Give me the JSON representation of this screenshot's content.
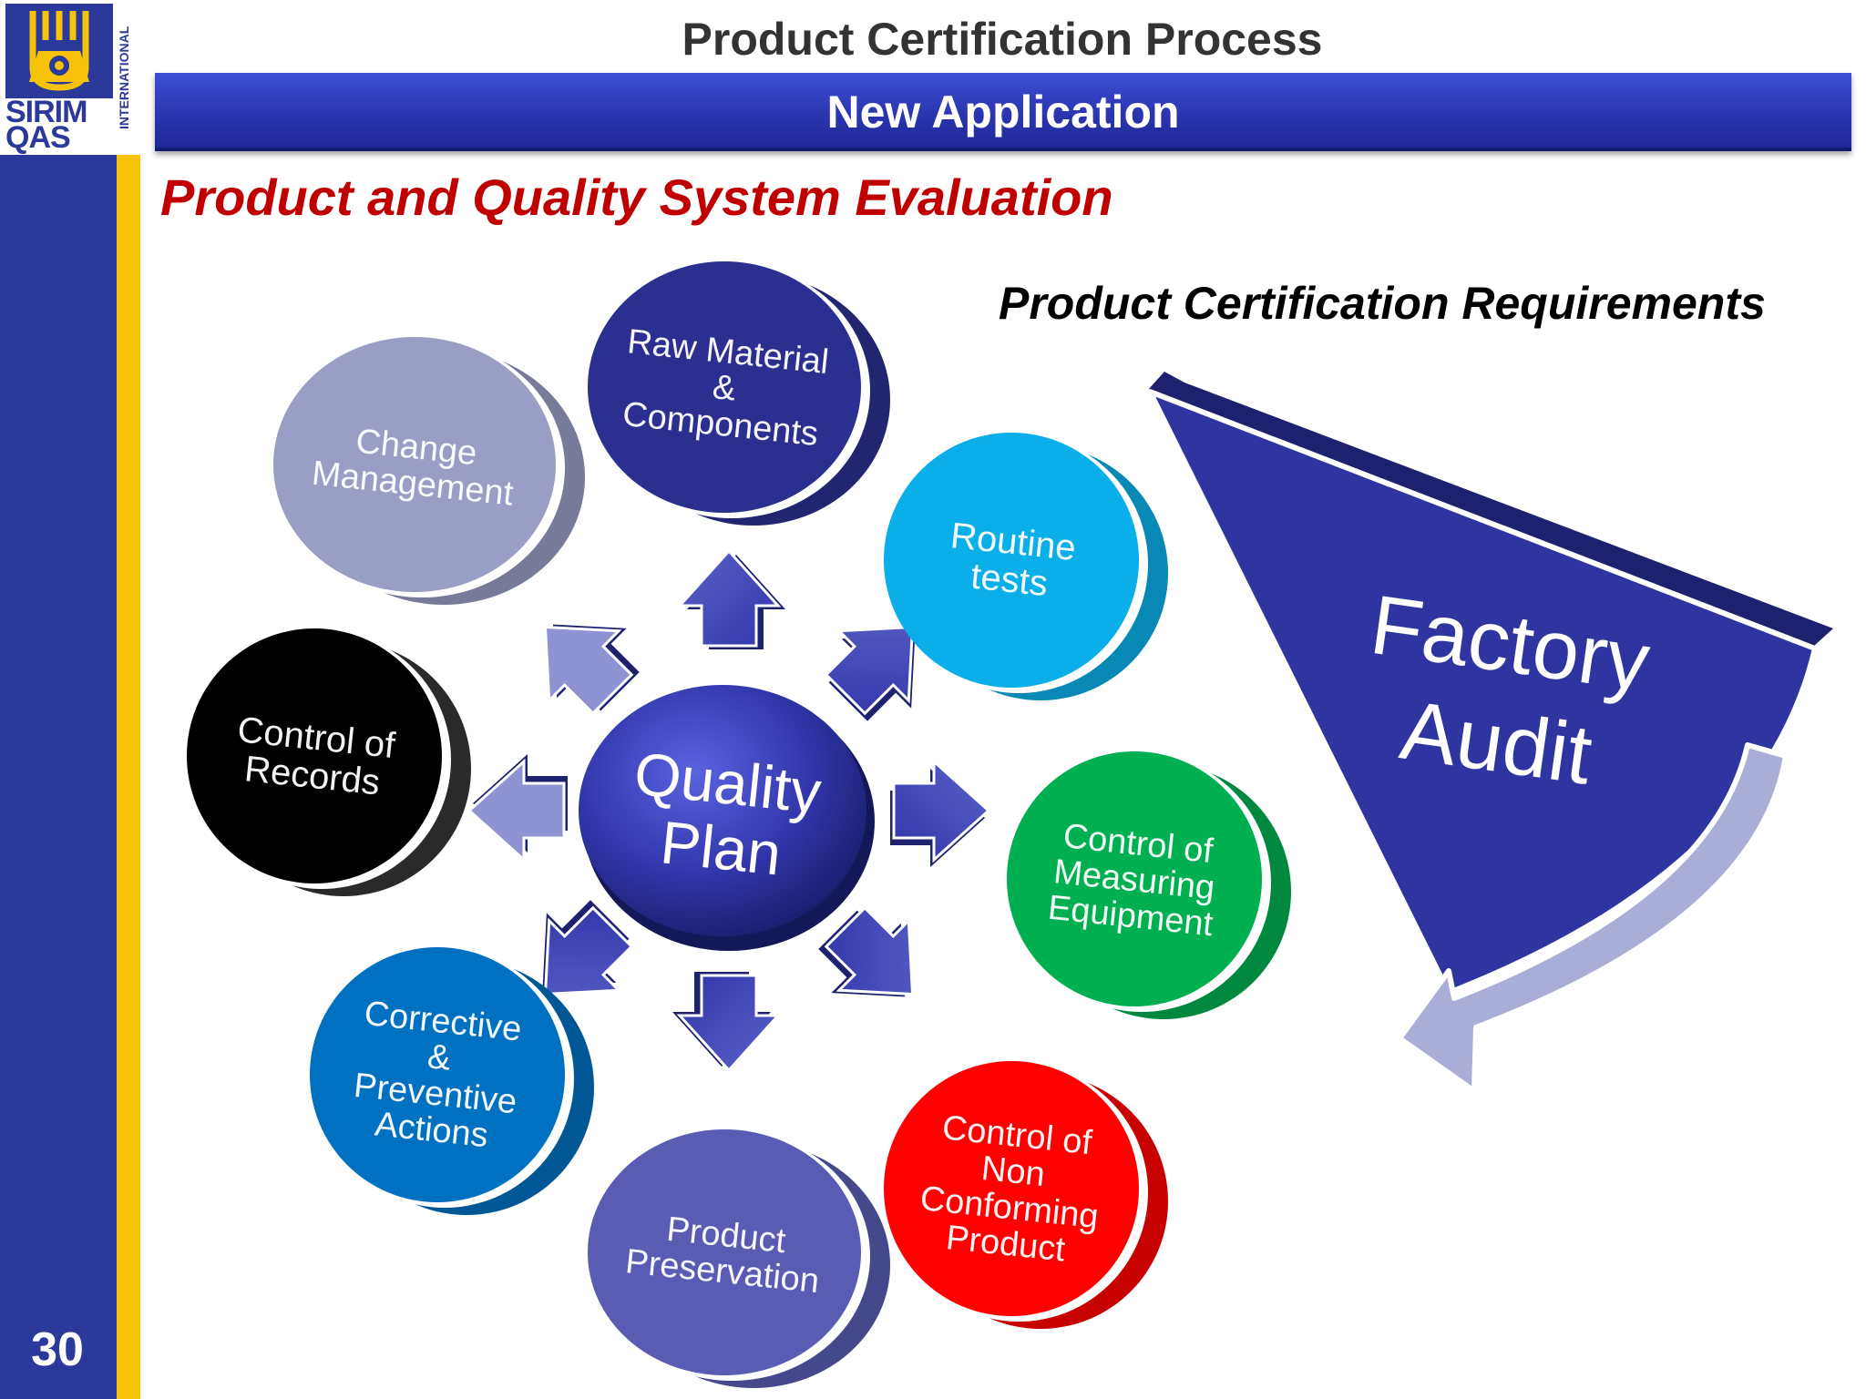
{
  "header": {
    "title": "Product Certification Process",
    "banner": "New Application",
    "subtitle": "Product and Quality System Evaluation"
  },
  "logo": {
    "line1": "SIRIM",
    "line2": "QAS",
    "side": "INTERNATIONAL"
  },
  "page_number": "30",
  "requirements_title": "Product Certification Requirements",
  "factory_audit": [
    "Factory",
    "Audit"
  ],
  "center": {
    "lines": [
      "Quality",
      "Plan"
    ],
    "color": "#2f35a8"
  },
  "elements": [
    {
      "id": "raw-material",
      "lines": [
        "Raw Material",
        "&",
        "Components"
      ],
      "color": "#2b2f8f"
    },
    {
      "id": "routine-tests",
      "lines": [
        "Routine",
        "tests"
      ],
      "color": "#0aaee8"
    },
    {
      "id": "measuring-equipment",
      "lines": [
        "Control of",
        "Measuring",
        "Equipment"
      ],
      "color": "#00b050"
    },
    {
      "id": "non-conforming",
      "lines": [
        "Control of",
        "Non",
        "Conforming",
        "Product"
      ],
      "color": "#ff0000"
    },
    {
      "id": "product-preservation",
      "lines": [
        "Product",
        "Preservation"
      ],
      "color": "#5a5cb4"
    },
    {
      "id": "corrective-preventive",
      "lines": [
        "Corrective",
        "&",
        "Preventive",
        "Actions"
      ],
      "color": "#0070c0"
    },
    {
      "id": "control-of-records",
      "lines": [
        "Control of",
        "Records"
      ],
      "color": "#000000"
    },
    {
      "id": "change-management",
      "lines": [
        "Change",
        "Management"
      ],
      "color": "#9a9dc4"
    }
  ],
  "colors": {
    "rail": "#2b3a9a",
    "stripe": "#f7c20a",
    "banner": "#2a36b0",
    "subtitle": "#c00000",
    "factory_audit": "#2f35a0",
    "cycle_arrow": "#aaaed6"
  }
}
